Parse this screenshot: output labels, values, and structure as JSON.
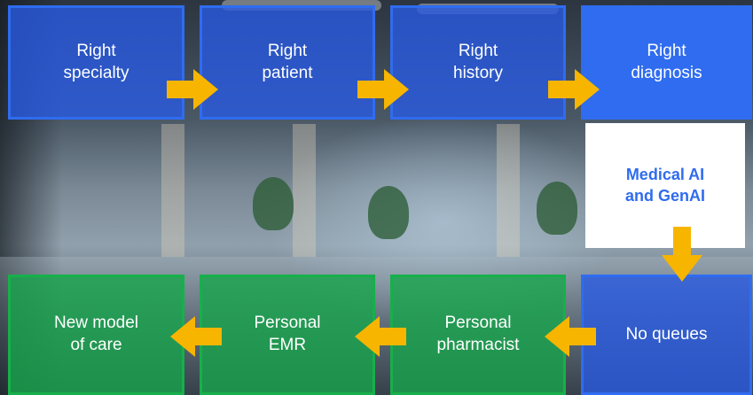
{
  "flow": {
    "top_row": [
      {
        "label": "Right\nspecialty"
      },
      {
        "label": "Right\npatient"
      },
      {
        "label": "Right\nhistory"
      },
      {
        "label": "Right\ndiagnosis"
      }
    ],
    "callout": {
      "label": "Medical AI\nand GenAI"
    },
    "bottom_row": [
      {
        "label": "New model\nof care"
      },
      {
        "label": "Personal\nEMR"
      },
      {
        "label": "Personal\npharmacist"
      },
      {
        "label": "No queues"
      }
    ]
  },
  "colors": {
    "blue": "#2f6cf0",
    "green": "#16b04a",
    "arrow": "#f7b500",
    "callout_text": "#2f6cf0"
  }
}
